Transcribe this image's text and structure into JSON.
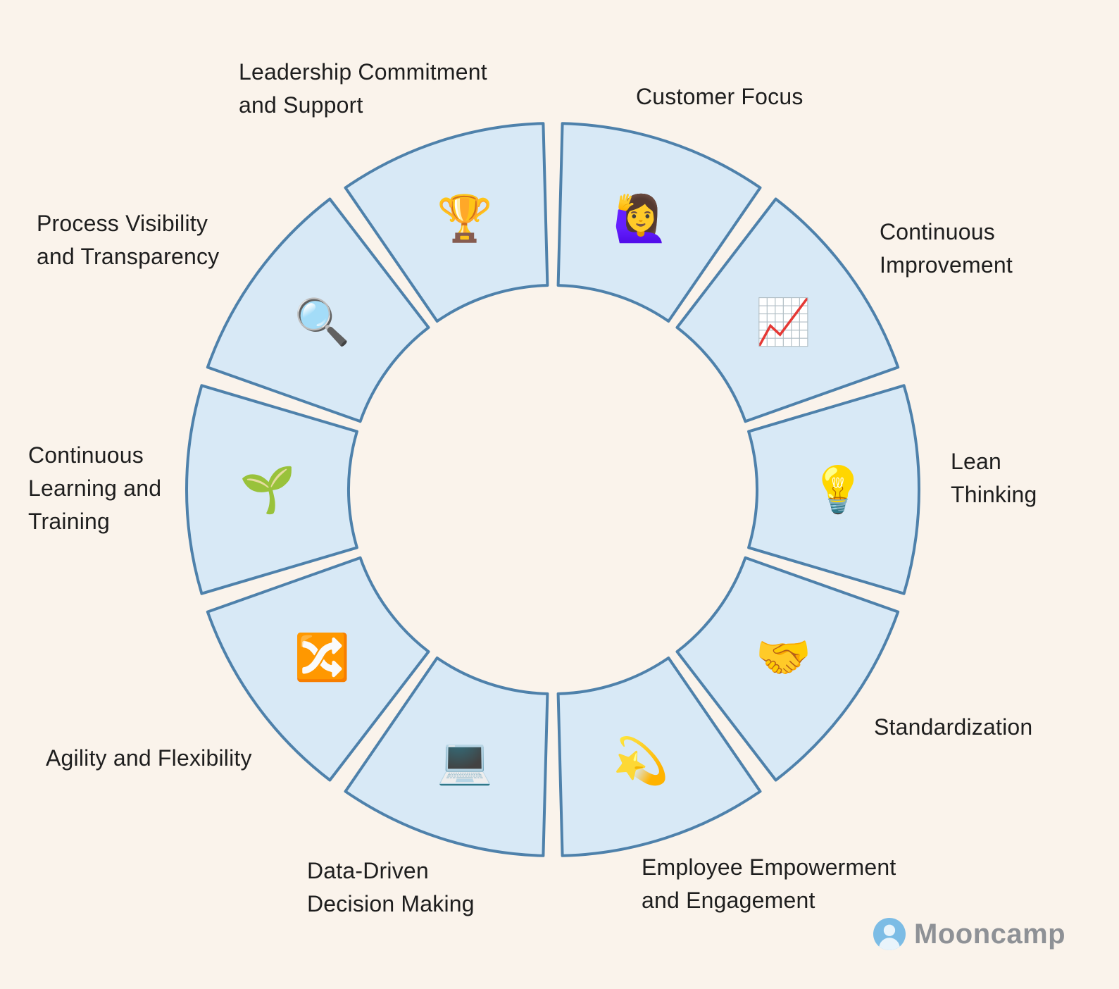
{
  "colors": {
    "background": "#FAF3EB",
    "segment_fill": "#D8E9F6",
    "segment_stroke": "#4E81AB",
    "label_text": "#1E1E1E",
    "brand_text": "#8E9196",
    "logo_blue": "#7CBCE5",
    "logo_light": "#E9F4FB"
  },
  "wheel": {
    "segment_count": 10,
    "segments_start_at": "top, clockwise"
  },
  "segments": [
    {
      "label": "Customer Focus",
      "icon": "🙋‍♀️",
      "icon_name": "woman-raising-hand-icon"
    },
    {
      "label": "Continuous\nImprovement",
      "icon": "📈",
      "icon_name": "chart-increasing-icon"
    },
    {
      "label": "Lean\nThinking",
      "icon": "💡",
      "icon_name": "light-bulb-icon"
    },
    {
      "label": "Standardization",
      "icon": "🤝",
      "icon_name": "handshake-icon"
    },
    {
      "label": "Employee Empowerment\nand Engagement",
      "icon": "💫",
      "icon_name": "dizzy-star-icon"
    },
    {
      "label": "Data-Driven\nDecision Making",
      "icon": "💻",
      "icon_name": "laptop-icon"
    },
    {
      "label": "Agility and Flexibility",
      "icon": "🔀",
      "icon_name": "shuffle-icon"
    },
    {
      "label": "Continuous\nLearning and\nTraining",
      "icon": "🌱",
      "icon_name": "seedling-icon"
    },
    {
      "label": "Process Visibility\nand Transparency",
      "icon": "🔍",
      "icon_name": "magnifying-glass-icon"
    },
    {
      "label": "Leadership Commitment\nand Support",
      "icon": "🏆",
      "icon_name": "trophy-icon"
    }
  ],
  "footer": {
    "brand": "Mooncamp"
  }
}
